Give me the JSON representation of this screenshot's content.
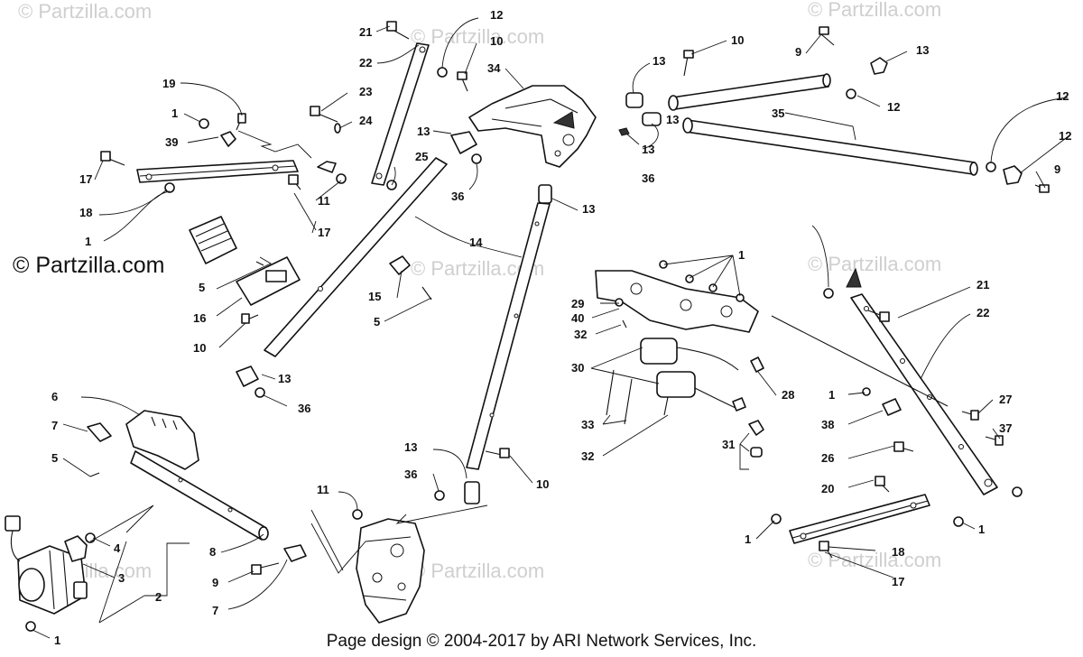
{
  "watermark": "© Partzilla.com",
  "copyright_mark": "© Partzilla.com",
  "footer": "Page design © 2004-2017 by ARI Network Services, Inc.",
  "callouts": [
    "21",
    "12",
    "10",
    "10",
    "13",
    "9",
    "13",
    "22",
    "34",
    "13",
    "12",
    "23",
    "24",
    "35",
    "12",
    "19",
    "1",
    "39",
    "17",
    "18",
    "1",
    "13",
    "25",
    "36",
    "13",
    "11",
    "36",
    "13",
    "17",
    "9",
    "12",
    "14",
    "1",
    "5",
    "16",
    "10",
    "15",
    "5",
    "29",
    "40",
    "32",
    "30",
    "28",
    "33",
    "32",
    "31",
    "21",
    "22",
    "1",
    "38",
    "27",
    "37",
    "13",
    "36",
    "6",
    "7",
    "5",
    "11",
    "13",
    "36",
    "10",
    "26",
    "20",
    "1",
    "18",
    "17",
    "4",
    "3",
    "2",
    "8",
    "9",
    "7",
    "1",
    "1"
  ]
}
